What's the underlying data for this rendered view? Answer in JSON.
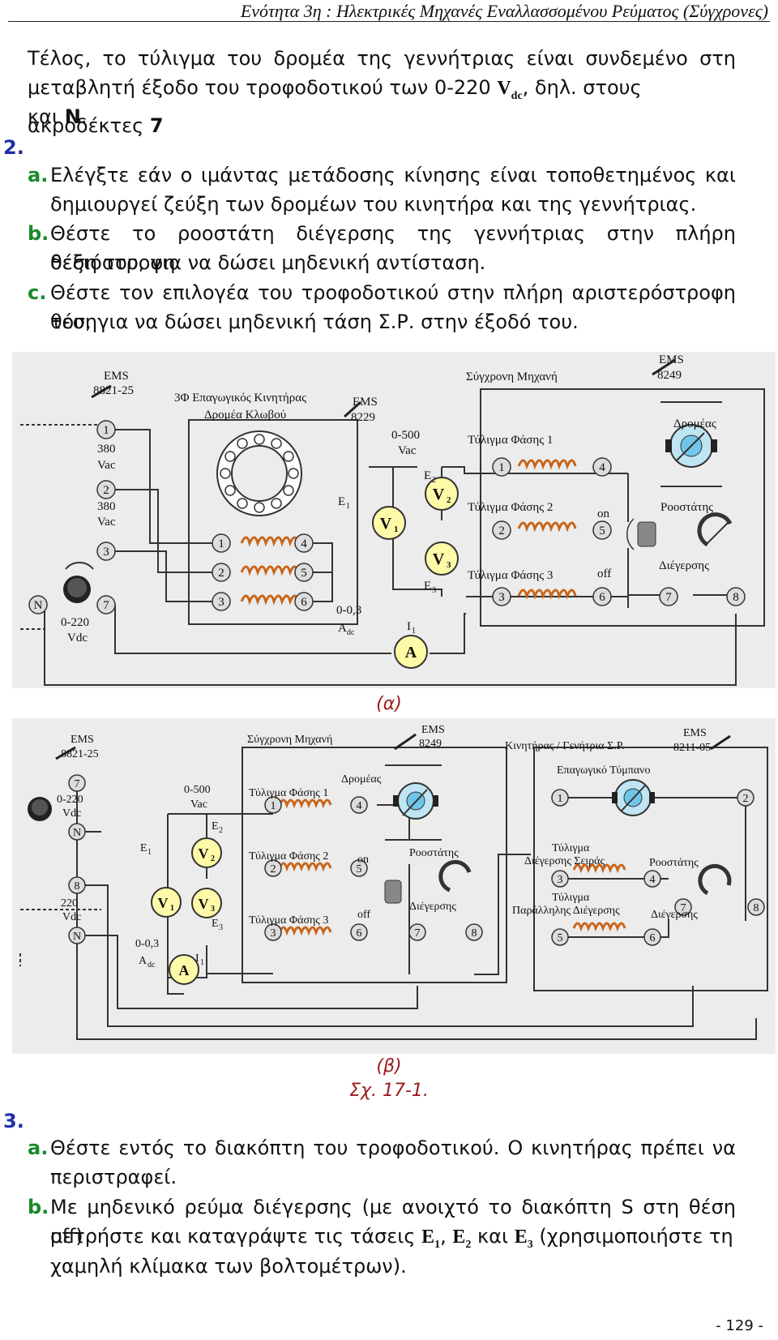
{
  "header": {
    "title": "Ενότητα 3η : Ηλεκτρικές Μηχανές Εναλλασσομένου Ρεύματος (Σύγχρονες)"
  },
  "intro": {
    "line1": "Τέλος, το τύλιγμα του δρομέα της γεννήτριας είναι συνδεμένο στη",
    "line2a": "μεταβλητή έξοδο του τροφοδοτικού των 0-220 ",
    "V": "V",
    "dc": "dc",
    "line2b": ", δηλ. στους ακροδέκτες ",
    "t7": "7",
    "line3a": "και ",
    "tN": "N",
    "dot": "."
  },
  "step2": {
    "number": "2.",
    "a": {
      "letter": "a.",
      "l1": "Ελέγξτε εάν ο ιμάντας μετάδοσης κίνησης είναι τοποθετημένος και",
      "l2": "δημιουργεί ζεύξη των δρομέων του κινητήρα και της γεννήτριας."
    },
    "b": {
      "letter": "b.",
      "l1": "Θέστε το ροοστάτη διέγερσης της γεννήτριας στην πλήρη δεξιόστροφη",
      "l2": "θέση του, για να δώσει μηδενική αντίσταση."
    },
    "c": {
      "letter": "c.",
      "l1": "Θέστε τον επιλογέα του τροφοδοτικού στην πλήρη αριστερόστροφη θέση",
      "l2": "του, για να δώσει μηδενική τάση Σ.Ρ. στην έξοδό του."
    }
  },
  "figA": {
    "caption": "(α)",
    "ems1": "EMS",
    "ems1n": "8821-25",
    "t1": "1",
    "v380a": "380",
    "vac": "Vac",
    "t2": "2",
    "v380b": "380",
    "t3": "3",
    "tN": "N",
    "t7": "7",
    "v0220": "0-220",
    "vdc": "Vdc",
    "motor1": "3Φ Επαγωγικός Κινητήρας",
    "motor2": "Δρομέα Κλωβού",
    "ems2": "EMS",
    "ems2n": "8229",
    "v0500": "0-500",
    "vac2": "Vac",
    "E1": "E",
    "E1s": "1",
    "E2": "E",
    "E2s": "2",
    "E3": "E",
    "E3s": "3",
    "V1": "V",
    "V1s": "1",
    "V2": "V",
    "V2s": "2",
    "V3": "V",
    "V3s": "3",
    "A": "A",
    "a003": "0-0,3",
    "adc": "A",
    "adcs": "dc",
    "I1": "I",
    "I1s": "1",
    "sync": "Σύγχρονη Μηχανή",
    "ems3": "EMS",
    "ems3n": "8249",
    "ph1": "Τύλιγμα Φάσης 1",
    "ph2": "Τύλιγμα Φάσης 2",
    "ph3": "Τύλιγμα Φάσης 3",
    "rotor": "Δρομέας",
    "on": "on",
    "off": "off",
    "rheo": "Ροοστάτης",
    "exc": "Διέγερσης",
    "n1": "1",
    "n2": "2",
    "n3": "3",
    "n4": "4",
    "n5": "5",
    "n6": "6",
    "n7": "7",
    "n8": "8"
  },
  "figB": {
    "caption": "(β)",
    "ems1": "EMS",
    "ems1n": "8821-25",
    "t7": "7",
    "v0220": "0-220",
    "vdc": "Vdc",
    "tN": "N",
    "t8": "8",
    "v220": "220",
    "vdc2": "Vdc",
    "sync": "Σύγχρονη Μηχανή",
    "ems2": "EMS",
    "ems2n": "8249",
    "v0500": "0-500",
    "vac": "Vac",
    "ph1": "Τύλιγμα Φάσης 1",
    "ph2": "Τύλιγμα Φάσης 2",
    "ph3": "Τύλιγμα Φάσης 3",
    "rotor": "Δρομέας",
    "on": "on",
    "off": "off",
    "rheo": "Ροοστάτης",
    "exc": "Διέγερσης",
    "dcm": "Κινητήρας / Γενήτρια Σ.Ρ.",
    "ems3": "EMS",
    "ems3n": "8211-05",
    "drum": "Επαγωγικό Τύμπανο",
    "ser1": "Τύλιγμα",
    "ser2": "Διέγερσης Σειράς",
    "par1": "Τύλιγμα",
    "par2": "Παράλληλης Διέγερσης",
    "rheo2": "Ροοστάτης",
    "exc2": "Διέγερσης",
    "n1": "1",
    "n2": "2",
    "n3": "3",
    "n4": "4",
    "n5": "5",
    "n6": "6",
    "n7": "7",
    "n8": "8",
    "E1": "E",
    "E1s": "1",
    "E2": "E",
    "E2s": "2",
    "E3": "E",
    "E3s": "3",
    "V": "V",
    "V1s": "1",
    "V2s": "2",
    "V3s": "3",
    "A": "A",
    "a003": "0-0,3",
    "adc": "A",
    "adcs": "dc",
    "I1": "I",
    "I1s": "1"
  },
  "figLabel": "Σχ. 17-1.",
  "step3": {
    "number": "3.",
    "a": {
      "letter": "a.",
      "l1": "Θέστε εντός το διακόπτη του τροφοδοτικού. Ο κινητήρας πρέπει να",
      "l2": "περιστραφεί."
    },
    "b": {
      "letter": "b.",
      "l1": "Με μηδενικό ρεύμα διέγερσης (με ανοιχτό το διακόπτη S στη θέση off)",
      "l2a": "μετρήστε και καταγράψτε τις τάσεις ",
      "E": "E",
      "s1": "1",
      "sep1": ", ",
      "s2": "2",
      "sep2": " και ",
      "s3": "3",
      "l2b": " (χρησιμοποιήστε τη",
      "l3": "χαμηλή κλίμακα των βολτομέτρων)."
    }
  },
  "page": "- 129 -"
}
